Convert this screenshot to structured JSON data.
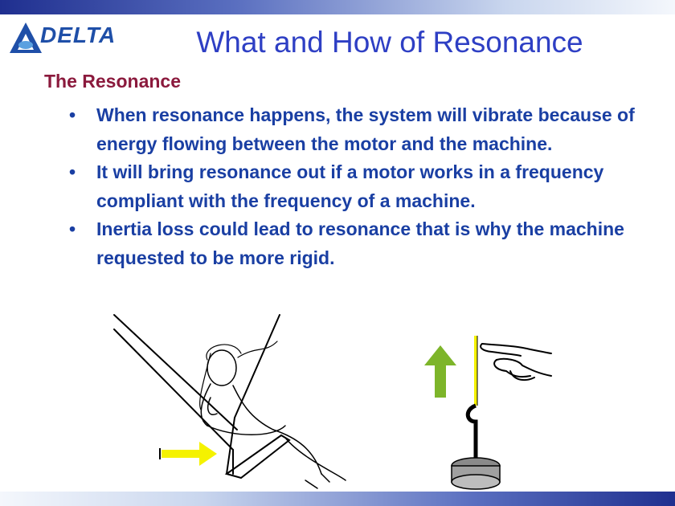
{
  "slide": {
    "logo_text": "DELTA",
    "title": "What and How of Resonance",
    "section_heading": "The Resonance",
    "bullets": [
      "When resonance happens, the system will vibrate because of energy flowing between the motor and the machine.",
      "It will bring resonance out if a motor works in a frequency compliant with the frequency of a machine.",
      "Inertia loss could lead to resonance that is why the machine requested to be more rigid."
    ],
    "bullet_glyph": "•"
  },
  "colors": {
    "title": "#2e3fc4",
    "heading": "#8b1a3d",
    "body": "#1a3fa3",
    "arrow_yellow": "#f5f200",
    "arrow_green": "#7db52a",
    "brand": "#1f4fa8"
  },
  "icons": {
    "logo": "delta-triangle-logo",
    "swing_figure": "girl-on-swing-drawing",
    "push_arrow": "yellow-right-arrow",
    "up_arrow": "green-up-arrow",
    "finger": "pointing-hand-drawing",
    "weight": "hanging-weight-drawing"
  }
}
